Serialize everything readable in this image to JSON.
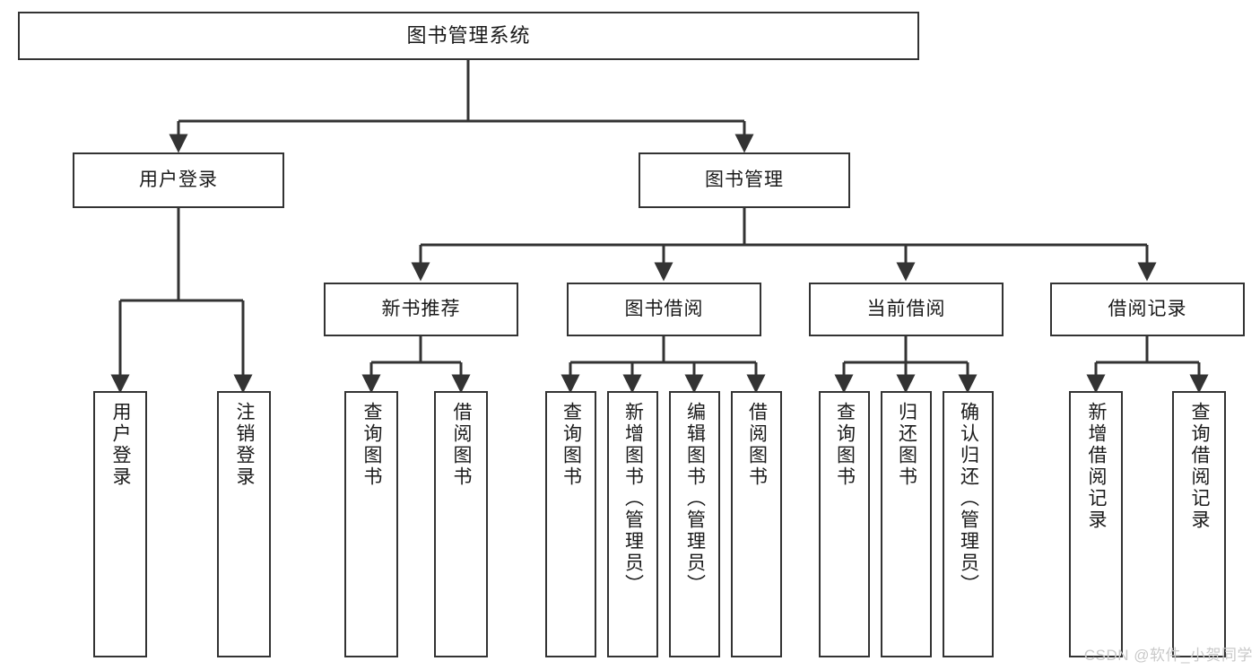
{
  "diagram": {
    "title": "图书管理系统",
    "watermark": "CSDN @软件_小贺同学",
    "line_color": "#333333",
    "box_fill": "#ffffff",
    "text_color": "#1a1a1a",
    "root": {
      "label": "图书管理系统"
    },
    "level2": [
      {
        "label": "用户登录"
      },
      {
        "label": "图书管理"
      }
    ],
    "level3": [
      {
        "label": "新书推荐"
      },
      {
        "label": "图书借阅"
      },
      {
        "label": "当前借阅"
      },
      {
        "label": "借阅记录"
      }
    ],
    "leaves": {
      "user_login": [
        {
          "label": "用户登录"
        },
        {
          "label": "注销登录"
        }
      ],
      "new_book": [
        {
          "label": "查询图书"
        },
        {
          "label": "借阅图书"
        }
      ],
      "book_borrow": [
        {
          "label": "查询图书"
        },
        {
          "label": "新增图书（管理员）"
        },
        {
          "label": "编辑图书（管理员）"
        },
        {
          "label": "借阅图书"
        }
      ],
      "current_borrow": [
        {
          "label": "查询图书"
        },
        {
          "label": "归还图书"
        },
        {
          "label": "确认归还（管理员）"
        }
      ],
      "borrow_record": [
        {
          "label": "新增借阅记录"
        },
        {
          "label": "查询借阅记录"
        }
      ]
    }
  }
}
